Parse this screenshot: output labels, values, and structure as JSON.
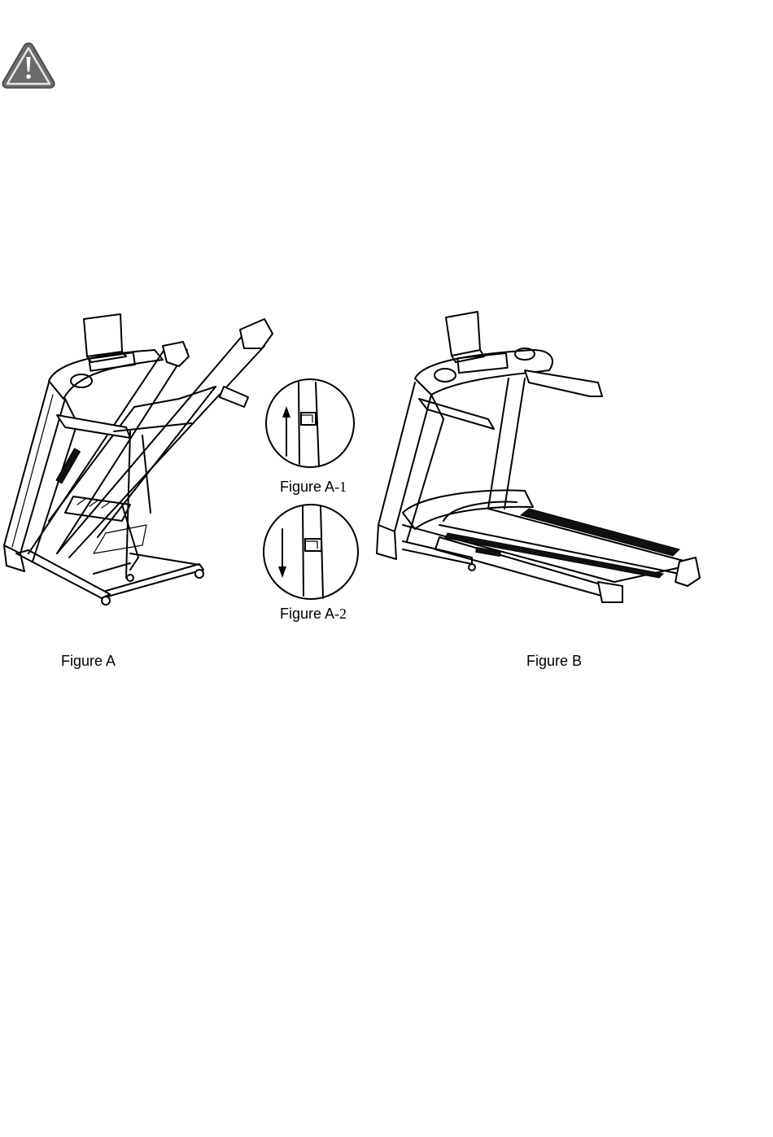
{
  "warning": {
    "icon": "warning-triangle-icon",
    "color": "#666666"
  },
  "figures": {
    "figure_a": {
      "label": "Figure A"
    },
    "figure_b": {
      "label": "Figure B"
    },
    "detail_1": {
      "label_prefix": "Figure A",
      "label_suffix": "-1",
      "arrow": "up"
    },
    "detail_2": {
      "label_prefix": "Figure A",
      "label_suffix": "-2",
      "arrow": "down"
    }
  }
}
